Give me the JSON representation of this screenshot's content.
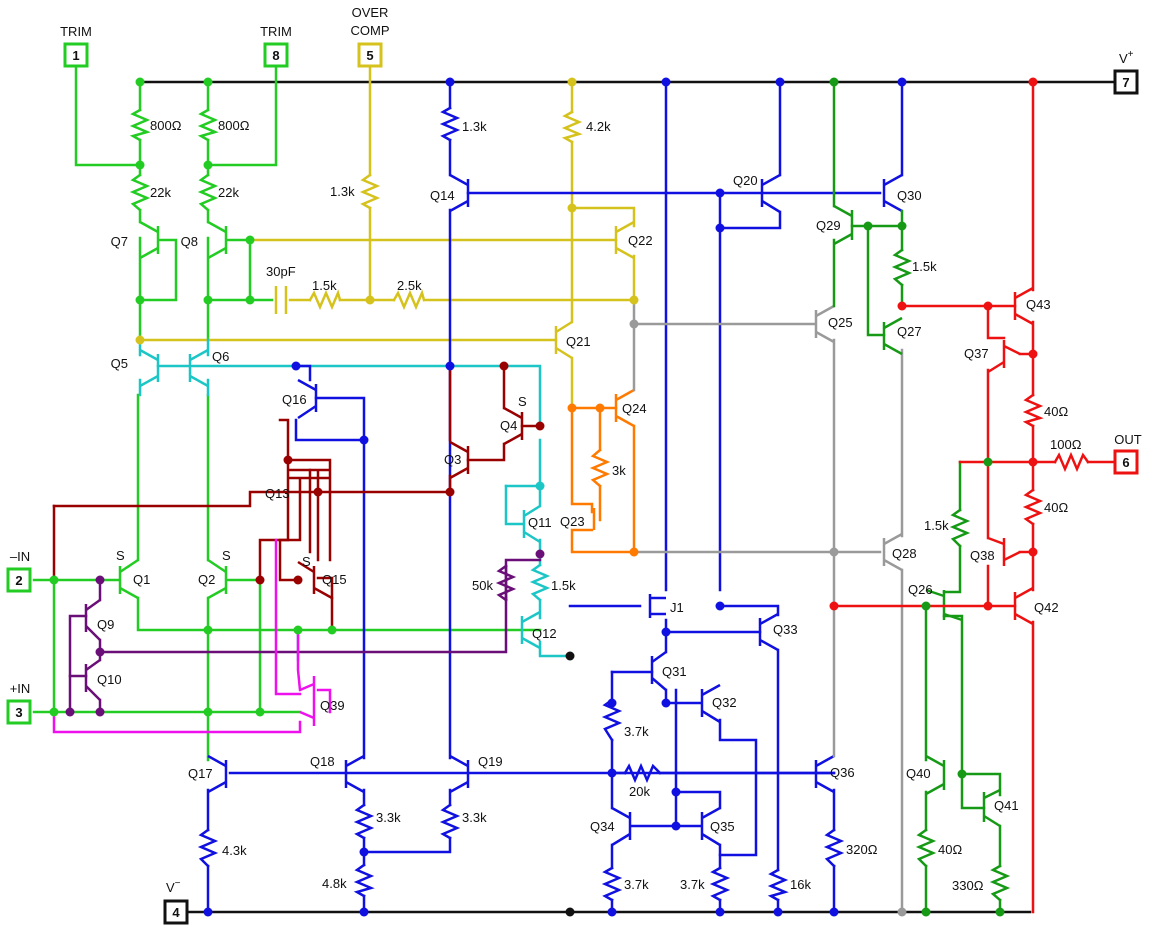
{
  "colors": {
    "black": "#111111",
    "green": "#22cc22",
    "dkgreen": "#169a16",
    "blue": "#1010e0",
    "yellow": "#d6c21c",
    "red": "#ee1111",
    "maroon": "#990000",
    "cyan": "#1cc6c6",
    "orange": "#ff7a00",
    "purple": "#6a0f78",
    "magenta": "#ee11ee",
    "gray": "#9a9a9a"
  },
  "pins": {
    "trim1": {
      "num": "1",
      "label": "TRIM"
    },
    "trim8": {
      "num": "8",
      "label": "TRIM"
    },
    "overcomp": {
      "num": "5",
      "label1": "OVER",
      "label2": "COMP"
    },
    "vplus": {
      "num": "7",
      "label": "V",
      "sup": "+"
    },
    "out": {
      "num": "6",
      "label": "OUT"
    },
    "minus_in": {
      "num": "2",
      "label": "–IN"
    },
    "plus_in": {
      "num": "3",
      "label": "+IN"
    },
    "vminus": {
      "num": "4",
      "label": "V",
      "sup": "−"
    }
  },
  "transistors": {
    "q1": "Q1",
    "q2": "Q2",
    "q3": "Q3",
    "q4": "Q4",
    "q5": "Q5",
    "q6": "Q6",
    "q7": "Q7",
    "q8": "Q8",
    "q9": "Q9",
    "q10": "Q10",
    "q11": "Q11",
    "q12": "Q12",
    "q13": "Q13",
    "q14": "Q14",
    "q15": "Q15",
    "q16": "Q16",
    "q17": "Q17",
    "q18": "Q18",
    "q19": "Q19",
    "q20": "Q20",
    "q21": "Q21",
    "q22": "Q22",
    "q23": "Q23",
    "q24": "Q24",
    "q25": "Q25",
    "q26": "Q26",
    "q27": "Q27",
    "q28": "Q28",
    "q29": "Q29",
    "q30": "Q30",
    "q31": "Q31",
    "q32": "Q32",
    "q33": "Q33",
    "q34": "Q34",
    "q35": "Q35",
    "q36": "Q36",
    "q37": "Q37",
    "q38": "Q38",
    "q39": "Q39",
    "q40": "Q40",
    "q41": "Q41",
    "q42": "Q42",
    "q43": "Q43",
    "j1": "J1"
  },
  "emitter_tags": {
    "q1": "S",
    "q2": "S",
    "q4": "S",
    "q15": "S"
  },
  "components": {
    "r7": "800Ω",
    "r8": "800Ω",
    "r7b": "22k",
    "r8b": "22k",
    "r_oc": "1.3k",
    "r14": "1.3k",
    "r21": "4.2k",
    "cap": "30pF",
    "r_comp1": "1.5k",
    "r_comp2": "2.5k",
    "r_q24": "3k",
    "r30": "1.5k",
    "r43": "40Ω",
    "r_out": "100Ω",
    "r42": "40Ω",
    "r38": "1.5k",
    "r_q12a": "50k",
    "r_q12b": "1.5k",
    "r_q31": "3.7k",
    "r_20k": "20k",
    "r17": "4.3k",
    "r18": "3.3k",
    "r19": "3.3k",
    "r_48": "4.8k",
    "r34": "3.7k",
    "r35": "3.7k",
    "r33": "16k",
    "r36": "320Ω",
    "r40": "40Ω",
    "r41": "330Ω"
  }
}
